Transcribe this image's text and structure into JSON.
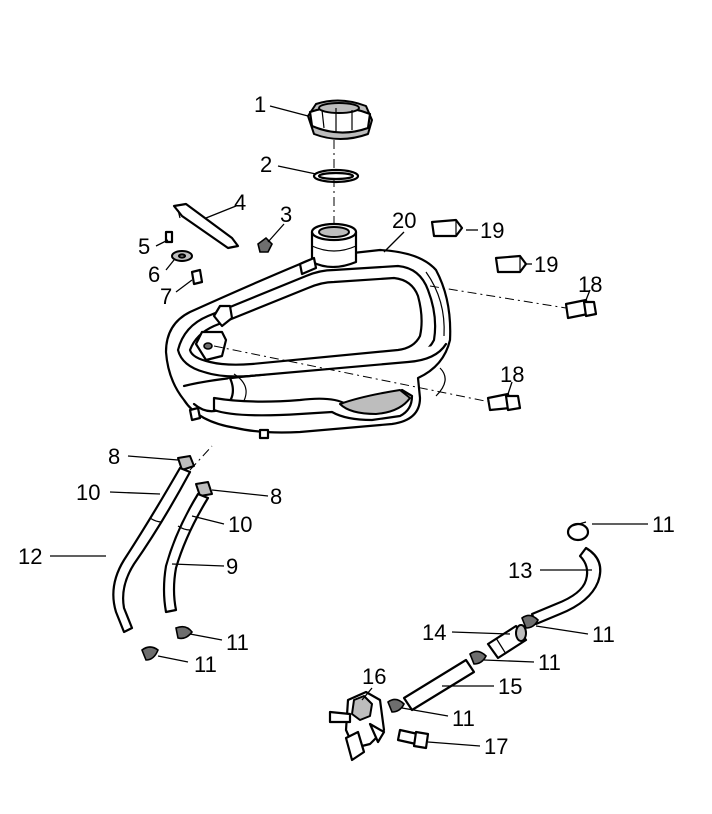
{
  "callouts": {
    "c1": "1",
    "c2": "2",
    "c3": "3",
    "c4": "4",
    "c5": "5",
    "c6": "6",
    "c7": "7",
    "c8a": "8",
    "c8b": "8",
    "c9": "9",
    "c10a": "10",
    "c10b": "10",
    "c11a": "11",
    "c11b": "11",
    "c11c": "11",
    "c11d": "11",
    "c11e": "11",
    "c11f": "11",
    "c12": "12",
    "c13": "13",
    "c14": "14",
    "c15": "15",
    "c16": "16",
    "c17": "17",
    "c18a": "18",
    "c18b": "18",
    "c19a": "19",
    "c19b": "19",
    "c20": "20"
  }
}
